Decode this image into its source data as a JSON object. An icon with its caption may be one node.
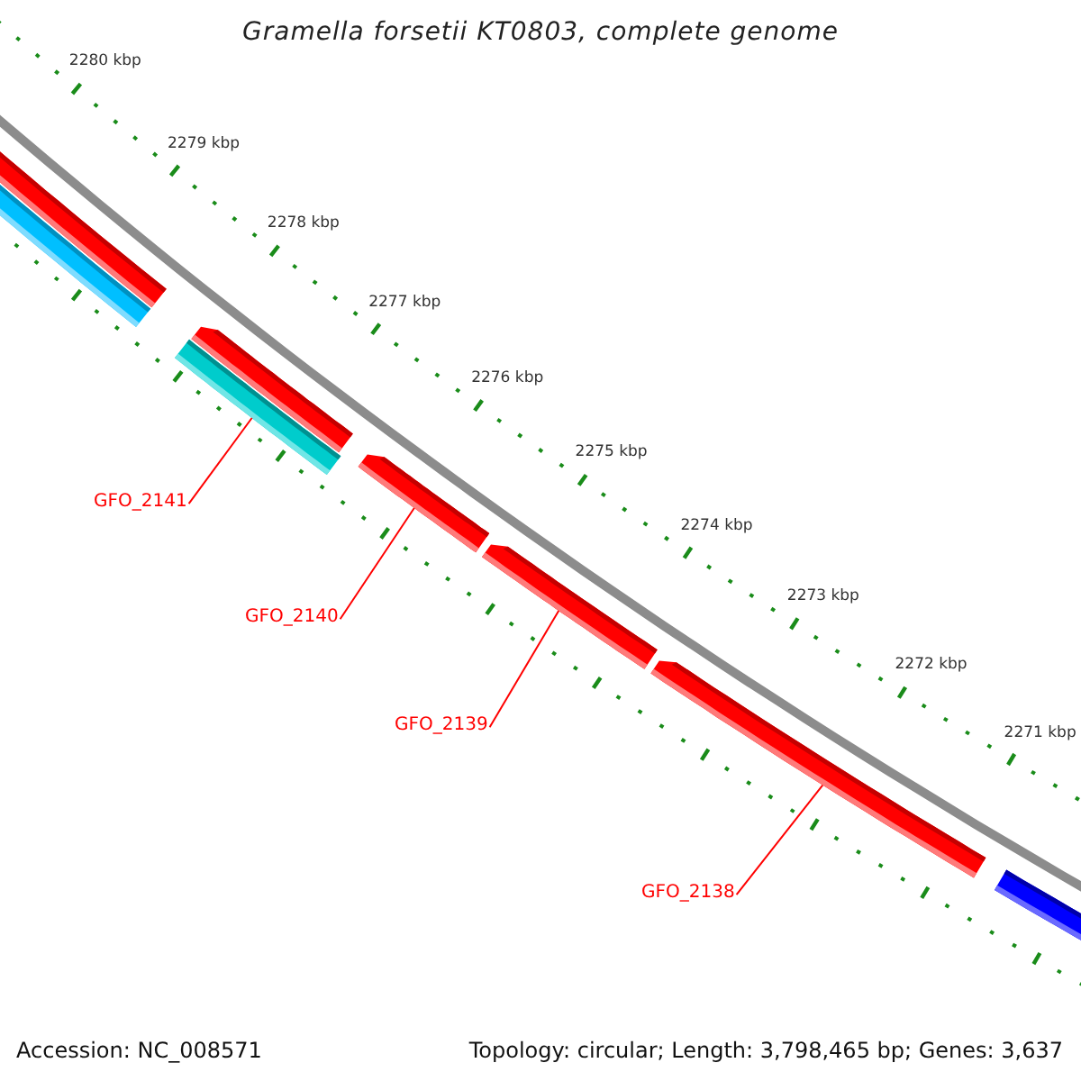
{
  "diagram": {
    "title": "Gramella forsetii KT0803, complete genome",
    "nodes": [
      {
        "text": [],
        "shape": "bar"
      },
      {
        "text": [],
        "shape": "bar"
      },
      {
        "text": [],
        "shape": "bar"
      },
      {
        "text": [],
        "shape": "bar"
      },
      {
        "text": [],
        "shape": "bar"
      },
      {
        "text": [],
        "shape": "bar"
      },
      {
        "text": [],
        "shape": "bar"
      },
      {
        "text": [],
        "shape": "bar"
      },
      {
        "text": [
          "GFO_2141"
        ]
      },
      {
        "text": [
          "GFO_2140"
        ]
      },
      {
        "text": [
          "GFO_2139"
        ]
      },
      {
        "text": [
          "GFO_2138"
        ]
      }
    ],
    "edges": [
      {
        "from": 8,
        "to": 3,
        "arrow": "none"
      },
      {
        "from": 9,
        "to": 4,
        "arrow": "none"
      },
      {
        "from": 10,
        "to": 5,
        "arrow": "none"
      },
      {
        "from": 11,
        "to": 6,
        "arrow": "none"
      }
    ],
    "labels": [
      "2280 kbp",
      "2279 kbp",
      "2278 kbp",
      "2277 kbp",
      "2276 kbp",
      "2275 kbp",
      "2274 kbp",
      "2273 kbp",
      "2272 kbp",
      "2271 kbp",
      "Accession: NC_008571",
      "Topology: circular; Length: 3,798,465 bp; Genes: 3,637"
    ]
  }
}
